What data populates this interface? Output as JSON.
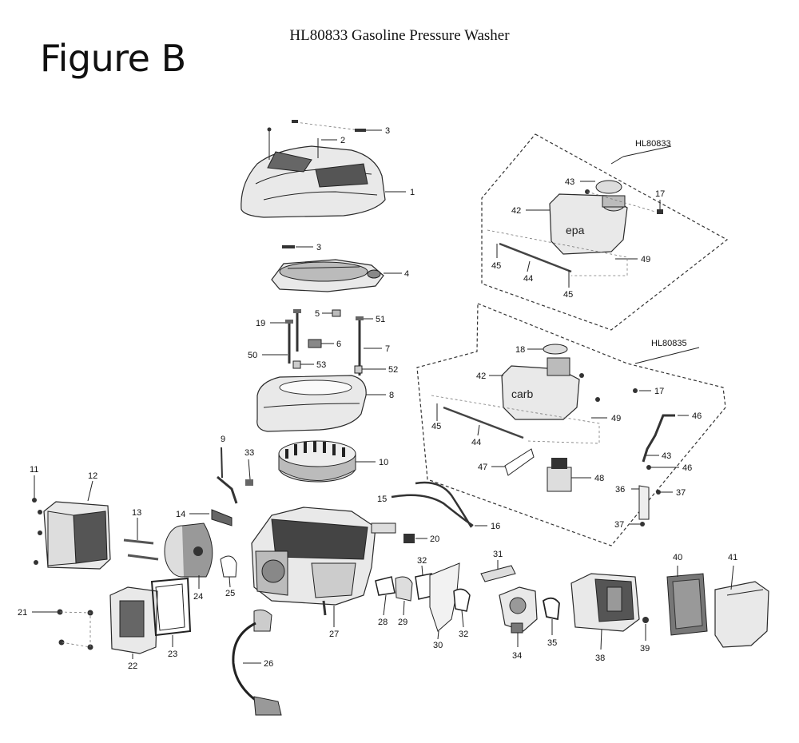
{
  "title": "HL80833 Gasoline Pressure Washer",
  "figure_label": "Figure B",
  "groups": {
    "hl80833": "HL80833",
    "hl80835": "HL80835"
  },
  "tank_labels": {
    "epa": "epa",
    "carb": "carb"
  },
  "parts": {
    "p1": "1",
    "p2": "2",
    "p3a": "3",
    "p3b": "3",
    "p4": "4",
    "p5": "5",
    "p6": "6",
    "p7": "7",
    "p8": "8",
    "p9": "9",
    "p10": "10",
    "p11": "11",
    "p12": "12",
    "p13": "13",
    "p14": "14",
    "p15": "15",
    "p16": "16",
    "p17a": "17",
    "p17b": "17",
    "p18": "18",
    "p19": "19",
    "p20": "20",
    "p21": "21",
    "p22": "22",
    "p23": "23",
    "p24": "24",
    "p25": "25",
    "p26": "26",
    "p27": "27",
    "p28": "28",
    "p29": "29",
    "p30": "30",
    "p31": "31",
    "p32a": "32",
    "p32b": "32",
    "p33": "33",
    "p34": "34",
    "p35": "35",
    "p36": "36",
    "p37a": "37",
    "p37b": "37",
    "p38": "38",
    "p39": "39",
    "p40": "40",
    "p41": "41",
    "p42a": "42",
    "p42b": "42",
    "p43a": "43",
    "p43b": "43",
    "p44a": "44",
    "p44b": "44",
    "p45a": "45",
    "p45b": "45",
    "p45c": "45",
    "p46a": "46",
    "p46b": "46",
    "p47": "47",
    "p48": "48",
    "p49a": "49",
    "p49b": "49",
    "p50": "50",
    "p51": "51",
    "p52": "52",
    "p53": "53"
  }
}
